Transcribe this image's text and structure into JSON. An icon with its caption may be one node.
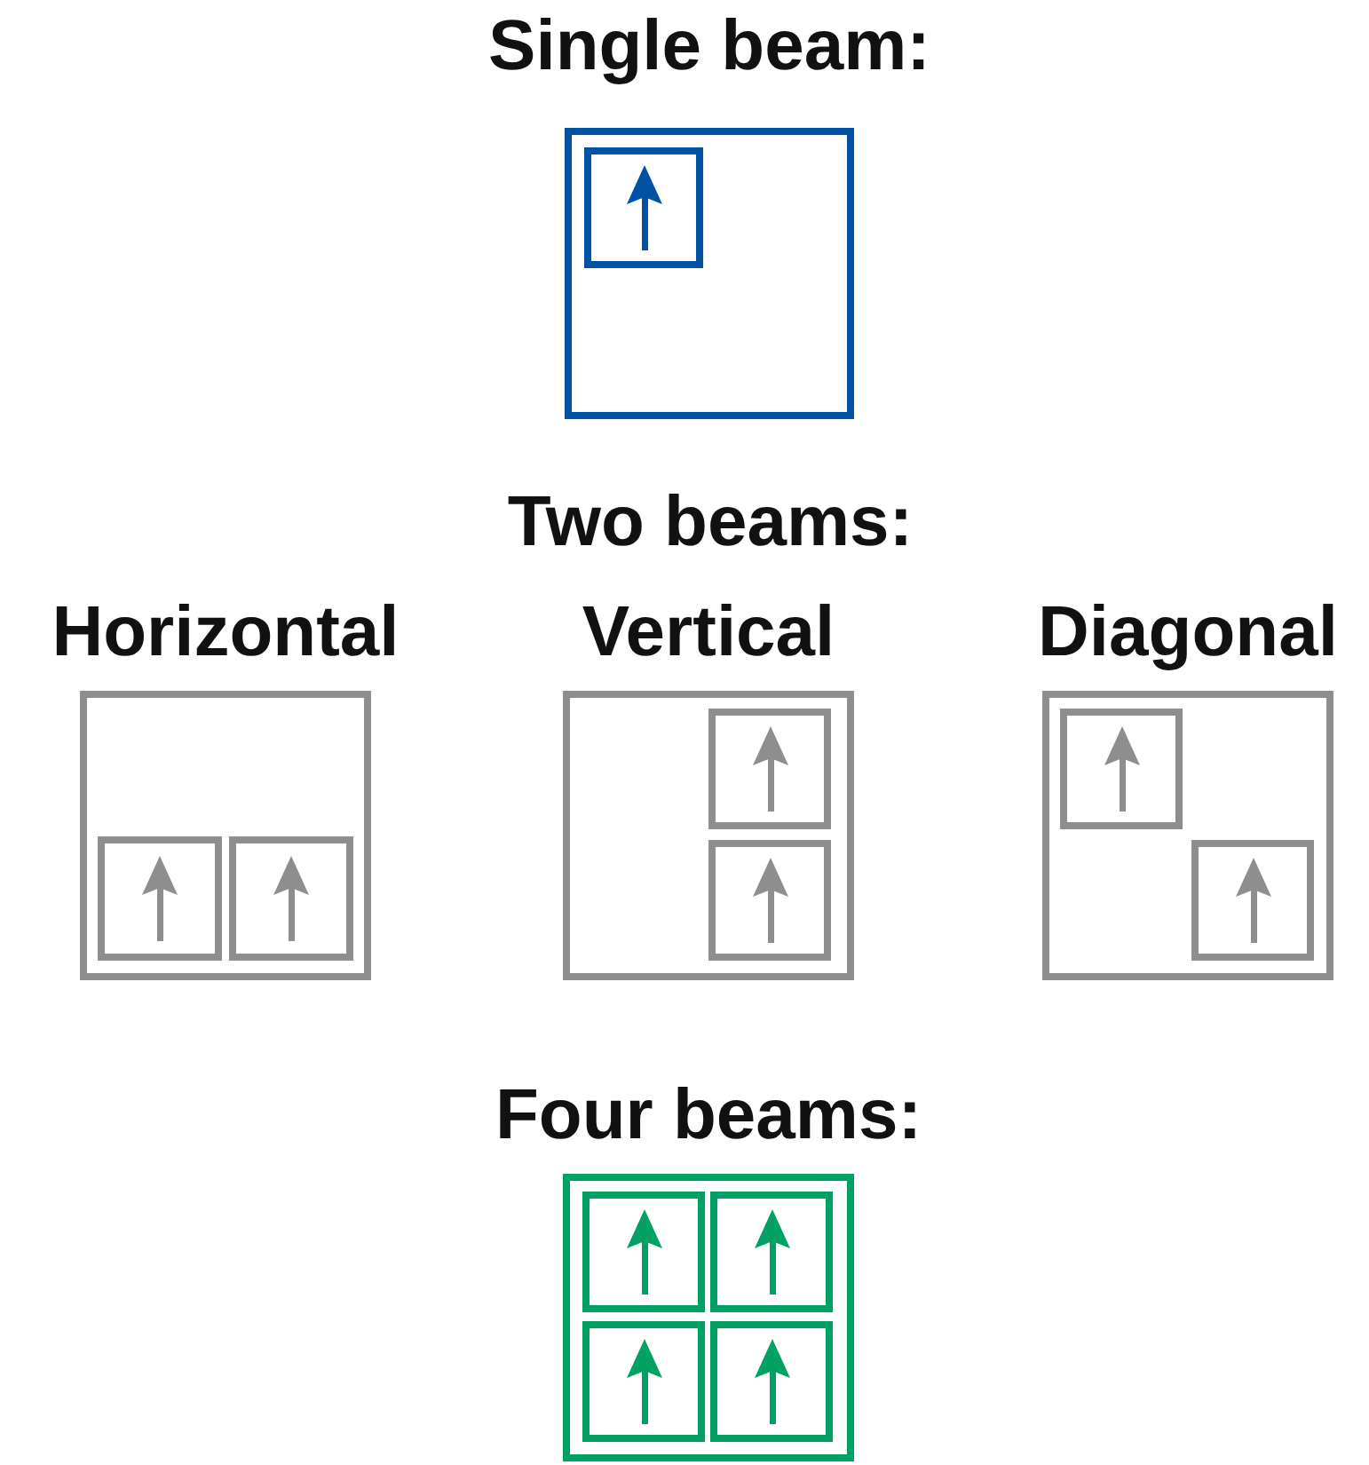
{
  "diagram": {
    "nodes": [
      {
        "text": [
          "Single beam:"
        ]
      },
      {
        "text": [],
        "shape": "box",
        "in": 0
      },
      {
        "text": [
          "Horizontal"
        ]
      },
      {
        "text": [],
        "shape": "box",
        "in": 2
      },
      {
        "text": [],
        "shape": "box",
        "in": 2
      },
      {
        "text": [
          "Vertical"
        ]
      },
      {
        "text": [],
        "shape": "box",
        "in": 5
      },
      {
        "text": [],
        "shape": "box",
        "in": 5
      },
      {
        "text": [
          "Diagonal"
        ]
      },
      {
        "text": [],
        "shape": "box",
        "in": 8
      },
      {
        "text": [],
        "shape": "box",
        "in": 8
      },
      {
        "text": [
          "Four beams:"
        ]
      },
      {
        "text": [],
        "shape": "box",
        "in": 11
      },
      {
        "text": [],
        "shape": "box",
        "in": 11
      },
      {
        "text": [],
        "shape": "box",
        "in": 11
      },
      {
        "text": [],
        "shape": "box",
        "in": 11
      }
    ],
    "labels": [
      "Two beams:"
    ]
  }
}
